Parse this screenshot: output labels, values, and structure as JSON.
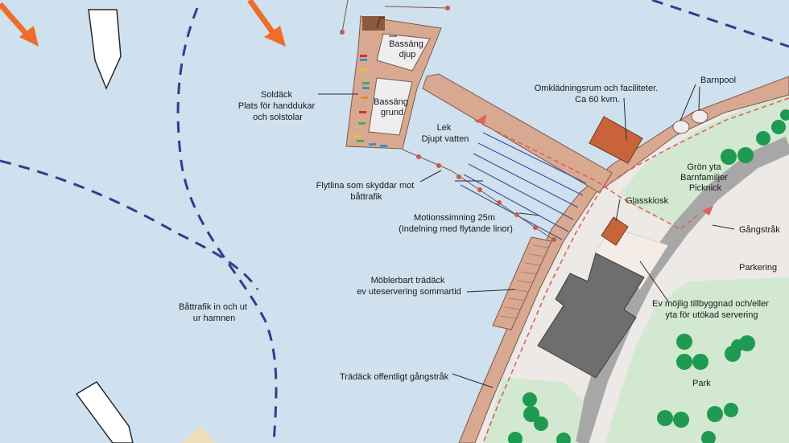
{
  "colors": {
    "water": "#cfe0ee",
    "deck": "#d8a891",
    "deck_outline": "#7a5a4a",
    "building_orange": "#c9643a",
    "building_gray": "#6e6e6e",
    "green": "#d2e8d0",
    "tree": "#1f9a52",
    "road": "#a7a7a7",
    "land": "#ece9e7",
    "dash_blue": "#2f3e8c",
    "dash_red": "#e2605b",
    "arrow_orange": "#ec6e2a",
    "lane_blue": "#3a4a9a"
  },
  "labels": {
    "bassang_djup": [
      "Bassäng",
      "djup"
    ],
    "bassang_grund": [
      "Bassäng",
      "grund"
    ],
    "soldack": [
      "Soldäck",
      "Plats för handdukar",
      "och solstolar"
    ],
    "omkladning": [
      "Omklädningsrum och faciliteter.",
      "Ca 60 kvm."
    ],
    "barnpool": "Barnpool",
    "lek": [
      "Lek",
      "Djupt vatten"
    ],
    "gron_yta": [
      "Grön yta",
      "Barnfamiljer",
      "Picknick"
    ],
    "glasskiosk": "Glasskiosk",
    "gangstrak": "Gångstråk",
    "flytlina": [
      "Flytlina som skyddar mot",
      "båttrafik"
    ],
    "motionssimning": [
      "Motionssimning 25m",
      "(Indelning med flytande linor)"
    ],
    "parkering": "Parkering",
    "moblerbart": [
      "Möblerbart trädäck",
      "ev uteservering sommartid"
    ],
    "tillbyggnad": [
      "Ev möjlig tillbyggnad och/eller",
      "yta för utökad servering"
    ],
    "battrafik": [
      "Båttrafik in och ut",
      "ur hamnen"
    ],
    "park": "Park",
    "tradack": "Trädäck offentligt gångstråk"
  }
}
